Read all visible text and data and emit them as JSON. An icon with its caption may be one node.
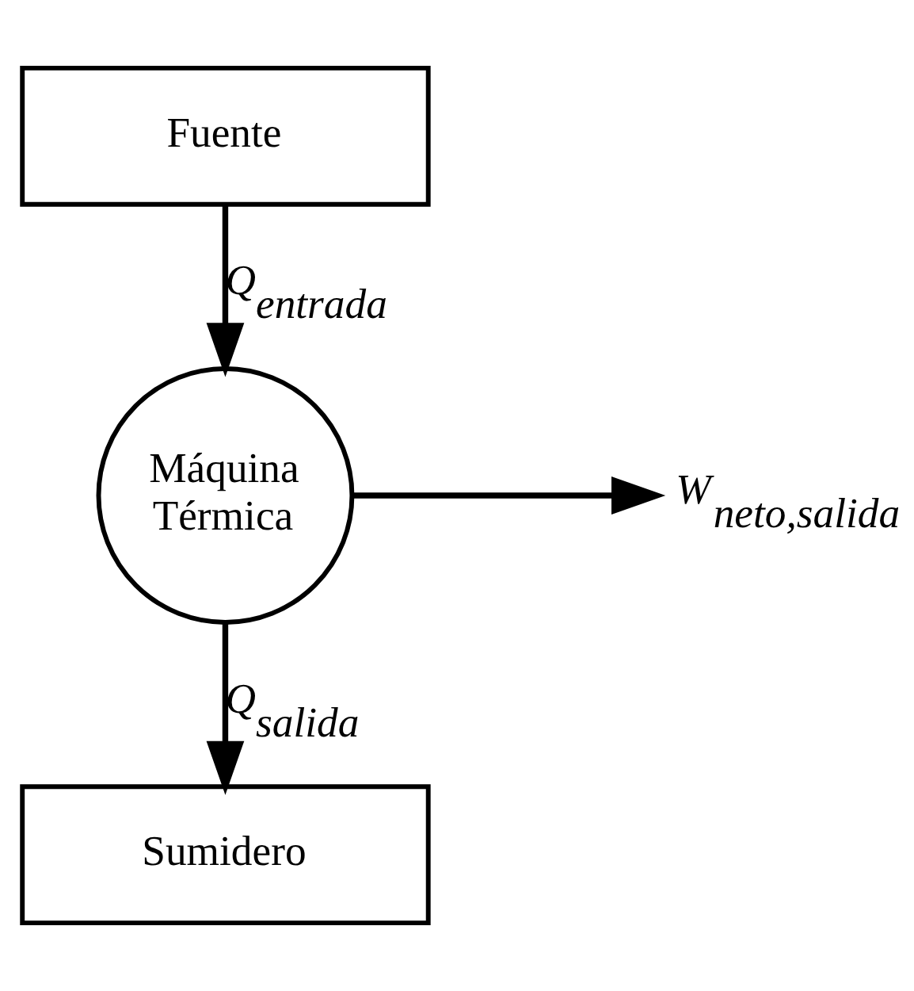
{
  "diagram": {
    "nodes": [
      {
        "text": [
          "Fuente"
        ]
      },
      {
        "text": [
          "Máquina Térmica"
        ]
      },
      {
        "text": [
          "Sumidero"
        ]
      },
      {
        "text": [
          "W$_{neto,salida}$"
        ]
      }
    ],
    "edges": [
      {
        "from": 0,
        "to": 1,
        "arrow": "to",
        "label": "Q$_{entrada}$"
      },
      {
        "from": 1,
        "to": 3,
        "arrow": "to"
      },
      {
        "from": 1,
        "to": 2,
        "arrow": "to",
        "label": "Q$_{salida}$"
      }
    ]
  }
}
